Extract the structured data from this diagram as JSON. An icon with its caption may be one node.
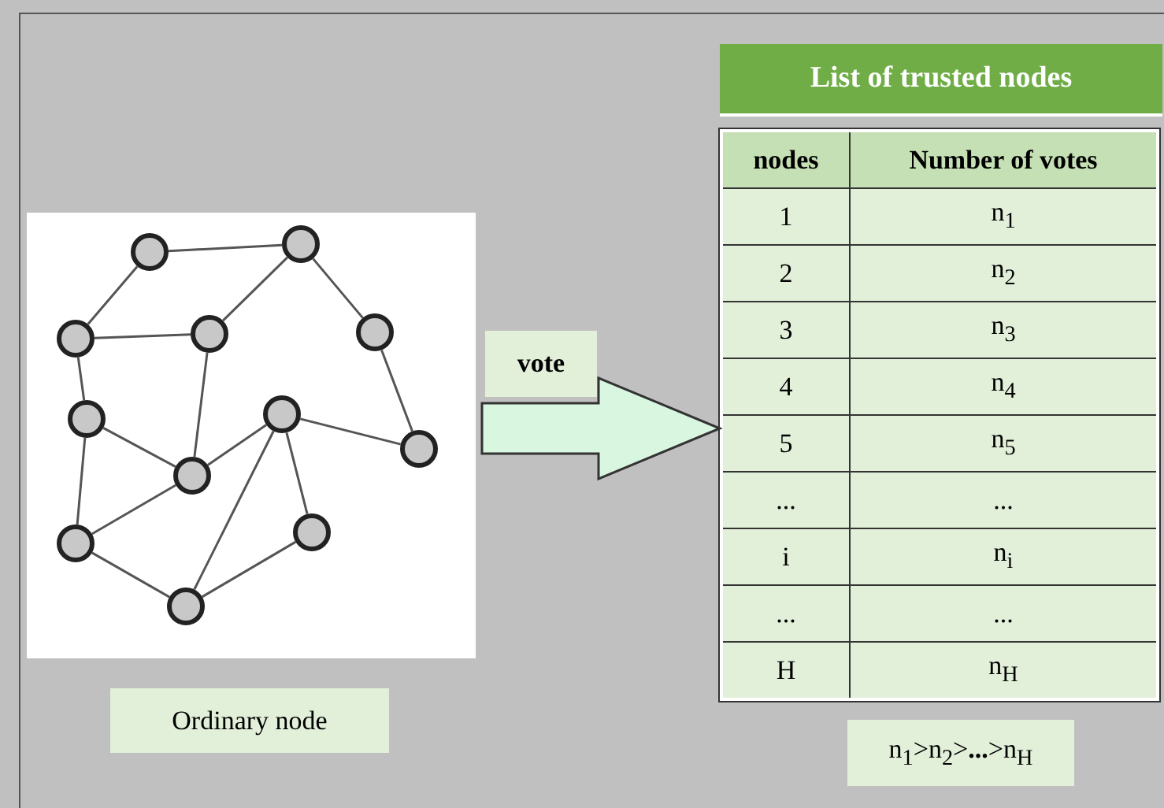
{
  "diagram": {
    "nodes": [
      {
        "text": [],
        "shape": "picture"
      },
      {
        "text": [],
        "shape": "circle",
        "in": 0
      },
      {
        "text": [],
        "shape": "circle",
        "in": 0
      },
      {
        "text": [],
        "shape": "circle",
        "in": 0
      },
      {
        "text": [],
        "shape": "circle",
        "in": 0
      },
      {
        "text": [],
        "shape": "circle",
        "in": 0
      },
      {
        "text": [],
        "shape": "circle",
        "in": 0
      },
      {
        "text": [],
        "shape": "circle",
        "in": 0
      },
      {
        "text": [],
        "shape": "circle",
        "in": 0
      },
      {
        "text": [],
        "shape": "circle",
        "in": 0
      },
      {
        "text": [],
        "shape": "circle",
        "in": 0
      },
      {
        "text": [],
        "shape": "circle",
        "in": 0
      },
      {
        "text": [],
        "shape": "circle",
        "in": 0
      },
      {
        "text": [
          "Ordinary node"
        ]
      },
      {
        "text": [
          "List of trusted nodes"
        ]
      },
      {
        "text": [
          "n$_{1}$>n$_{2}$>**...**>n$_{H}$"
        ]
      }
    ],
    "edges": [
      {
        "from": 1,
        "to": 2,
        "arrow": "none"
      },
      {
        "from": 1,
        "to": 3,
        "arrow": "none"
      },
      {
        "from": 2,
        "to": 4,
        "arrow": "none"
      },
      {
        "from": 2,
        "to": 5,
        "arrow": "none"
      },
      {
        "from": 3,
        "to": 4,
        "arrow": "none"
      },
      {
        "from": 3,
        "to": 6,
        "arrow": "none"
      },
      {
        "from": 4,
        "to": 9,
        "arrow": "none"
      },
      {
        "from": 5,
        "to": 8,
        "arrow": "none"
      },
      {
        "from": 6,
        "to": 9,
        "arrow": "none"
      },
      {
        "from": 6,
        "to": 10,
        "arrow": "none"
      },
      {
        "from": 7,
        "to": 9,
        "arrow": "none"
      },
      {
        "from": 7,
        "to": 8,
        "arrow": "none"
      },
      {
        "from": 7,
        "to": 11,
        "arrow": "none"
      },
      {
        "from": 7,
        "to": 12,
        "arrow": "none"
      },
      {
        "from": 9,
        "to": 10,
        "arrow": "none"
      },
      {
        "from": 10,
        "to": 12,
        "arrow": "none"
      },
      {
        "from": 11,
        "to": 12,
        "arrow": "none"
      },
      {
        "from": 0,
        "to": 14,
        "arrow": "to",
        "label": "vote",
        "style": "thick"
      }
    ],
    "labels": [
      "nodes",
      "Number of votes",
      "1",
      "n$_{1}$",
      "2",
      "n$_{2}$",
      "3",
      "n$_{3}$",
      "4",
      "n$_{4}$",
      "5",
      "n$_{5}$",
      "...",
      "...",
      "i",
      "n$_{i}$",
      "...",
      "...",
      "H",
      "n$_{H}$"
    ]
  }
}
